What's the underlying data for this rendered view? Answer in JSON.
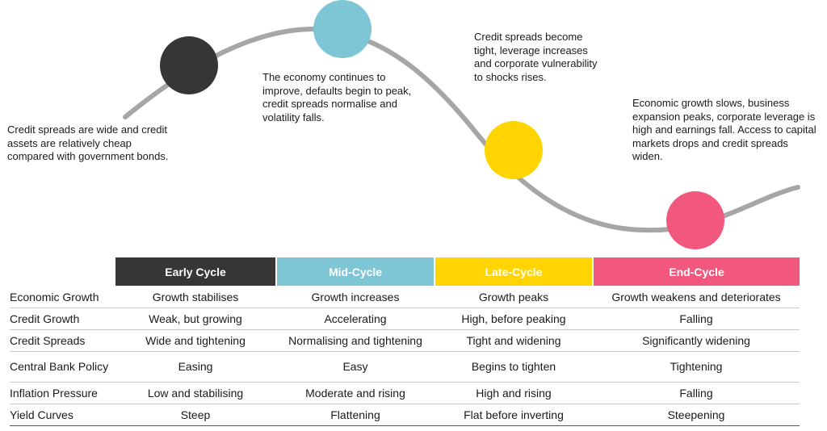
{
  "colors": {
    "early": "#363636",
    "mid": "#7ec6d6",
    "late": "#ffd400",
    "end": "#f2587d",
    "curve": "#a6a6a6",
    "header_text_dark_bg": "#ffffff",
    "header_text_light_bg": "#ffffff"
  },
  "annotations": {
    "early": "Credit spreads are wide and credit assets are relatively cheap compared with government bonds.",
    "mid": "The economy continues to improve, defaults begin to peak, credit spreads normalise and volatility falls.",
    "late": "Credit spreads become tight, leverage increases and corporate vulnerability to shocks rises.",
    "end": "Economic growth slows, business expansion peaks, corporate leverage is high and earnings fall. Access to capital markets drops and credit spreads widen."
  },
  "table": {
    "headers": [
      "Early Cycle",
      "Mid-Cycle",
      "Late-Cycle",
      "End-Cycle"
    ],
    "rows": [
      {
        "label": "Economic Growth",
        "cells": [
          "Growth stabilises",
          "Growth increases",
          "Growth peaks",
          "Growth weakens and deteriorates"
        ]
      },
      {
        "label": "Credit Growth",
        "cells": [
          "Weak, but growing",
          "Accelerating",
          "High, before peaking",
          "Falling"
        ]
      },
      {
        "label": "Credit Spreads",
        "cells": [
          "Wide and tightening",
          "Normalising and tightening",
          "Tight and widening",
          "Significantly widening"
        ]
      },
      {
        "label": "Central Bank Policy",
        "cells": [
          "Easing",
          "Easy",
          "Begins to tighten",
          "Tightening"
        ]
      },
      {
        "label": "Inflation Pressure",
        "cells": [
          "Low and stabilising",
          "Moderate and rising",
          "High and rising",
          "Falling"
        ]
      },
      {
        "label": "Yield Curves",
        "cells": [
          "Steep",
          "Flattening",
          "Flat before inverting",
          "Steepening"
        ]
      }
    ]
  }
}
